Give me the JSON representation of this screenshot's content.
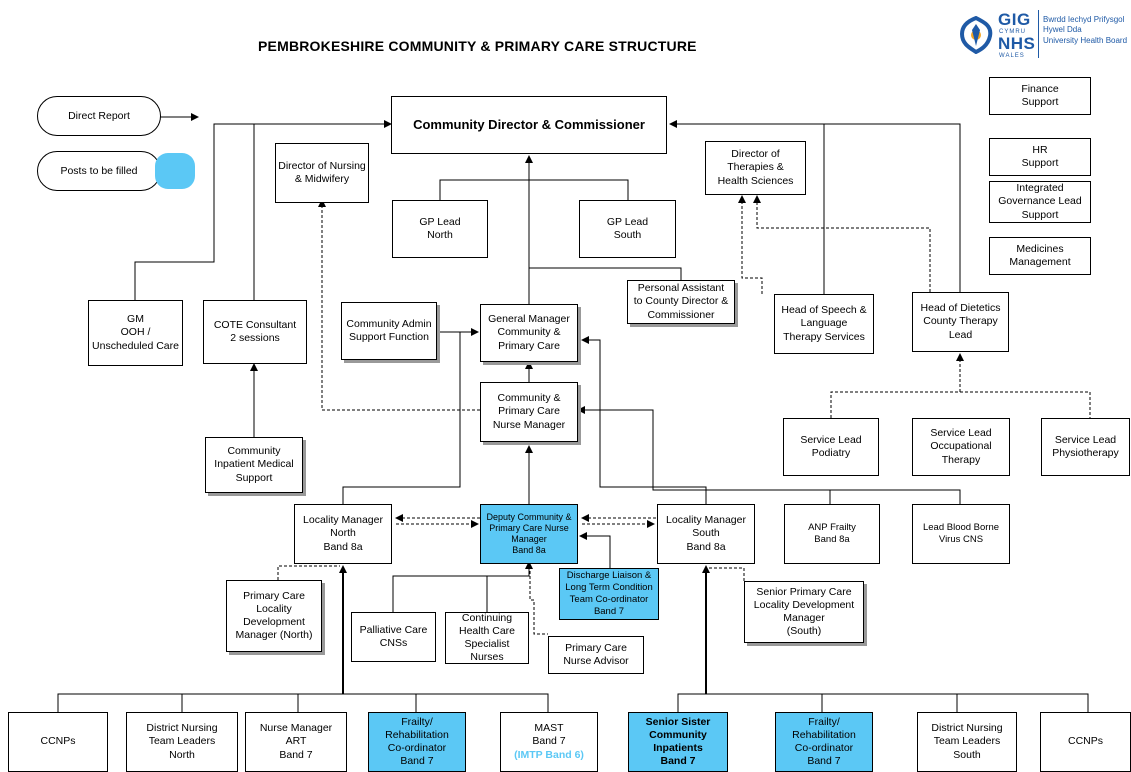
{
  "title": "PEMBROKESHIRE COMMUNITY & PRIMARY CARE STRUCTURE",
  "logo": {
    "gig": "GIG",
    "cymru": "CYMRU",
    "nhs": "NHS",
    "wales": "WALES",
    "line1": "Bwrdd Iechyd Prifysgol",
    "line2": "Hywel Dda",
    "line3": "University Health Board"
  },
  "legend": {
    "direct_report": "Direct Report",
    "posts_to_fill": "Posts to be filled",
    "fill_color": "#5bc8f5"
  },
  "side_boxes": {
    "finance": [
      "Finance",
      "Support"
    ],
    "hr": [
      "HR",
      "Support"
    ],
    "governance": [
      "Integrated",
      "Governance Lead",
      "Support"
    ],
    "medicines": [
      "Medicines",
      "Management"
    ]
  },
  "roles": {
    "director": "Community Director & Commissioner",
    "dir_nursing": [
      "Director of Nursing",
      "& Midwifery"
    ],
    "dir_therapies": [
      "Director of",
      "Therapies &",
      "Health Sciences"
    ],
    "gp_north": [
      "GP Lead",
      "North"
    ],
    "gp_south": [
      "GP Lead",
      "South"
    ],
    "pa": [
      "Personal Assistant",
      "to County Director &",
      "Commissioner"
    ],
    "gm_ooh": [
      "GM",
      "OOH /",
      "Unscheduled Care"
    ],
    "cote": [
      "COTE Consultant",
      "2 sessions"
    ],
    "admin": [
      "Community Admin",
      "Support Function"
    ],
    "gm_cpc": [
      "General Manager",
      "Community &",
      "Primary Care"
    ],
    "head_speech": [
      "Head of Speech &",
      "Language",
      "Therapy Services"
    ],
    "head_dietetics": [
      "Head of Dietetics",
      "County Therapy",
      "Lead"
    ],
    "nurse_manager": [
      "Community &",
      "Primary Care",
      "Nurse Manager"
    ],
    "inpatient_support": [
      "Community",
      "Inpatient Medical",
      "Support"
    ],
    "sl_podiatry": [
      "Service Lead",
      "Podiatry"
    ],
    "sl_ot": [
      "Service Lead",
      "Occupational",
      "Therapy"
    ],
    "sl_physio": [
      "Service Lead",
      "Physiotherapy"
    ],
    "lm_north": [
      "Locality Manager",
      "North",
      "Band 8a"
    ],
    "deputy": [
      "Deputy Community &",
      "Primary Care Nurse",
      "Manager",
      "Band 8a"
    ],
    "lm_south": [
      "Locality Manager",
      "South",
      "Band 8a"
    ],
    "anp_frailty": [
      "ANP Frailty",
      "Band 8a"
    ],
    "blood_borne": [
      "Lead Blood Borne",
      "Virus CNS"
    ],
    "pc_north": [
      "Primary Care",
      "Locality",
      "Development",
      "Manager (North)"
    ],
    "discharge": [
      "Discharge Liaison &",
      "Long Term Condition",
      "Team Co-ordinator",
      "Band 7"
    ],
    "senior_pc_south": [
      "Senior Primary Care",
      "Locality Development",
      "Manager",
      "(South)"
    ],
    "palliative": [
      "Palliative Care",
      "CNSs"
    ],
    "continuing": [
      "Continuing",
      "Health Care",
      "Specialist",
      "Nurses"
    ],
    "pc_nurse_advisor": [
      "Primary Care",
      "Nurse Advisor"
    ]
  },
  "bottom_row": {
    "ccnps_1": [
      "CCNPs"
    ],
    "dn_north": [
      "District Nursing",
      "Team Leaders",
      "North"
    ],
    "nm_art": [
      "Nurse Manager",
      "ART",
      "Band 7"
    ],
    "frailty_1": [
      "Frailty/",
      "Rehabilitation",
      "Co-ordinator",
      "Band 7"
    ],
    "mast": [
      "MAST",
      "Band 7",
      "(IMTP Band 6)"
    ],
    "senior_sister": [
      "Senior Sister",
      "Community",
      "Inpatients",
      "Band 7"
    ],
    "frailty_2": [
      "Frailty/",
      "Rehabilitation",
      "Co-ordinator",
      "Band 7"
    ],
    "dn_south": [
      "District Nursing",
      "Team Leaders",
      "South"
    ],
    "ccnps_2": [
      "CCNPs"
    ]
  }
}
